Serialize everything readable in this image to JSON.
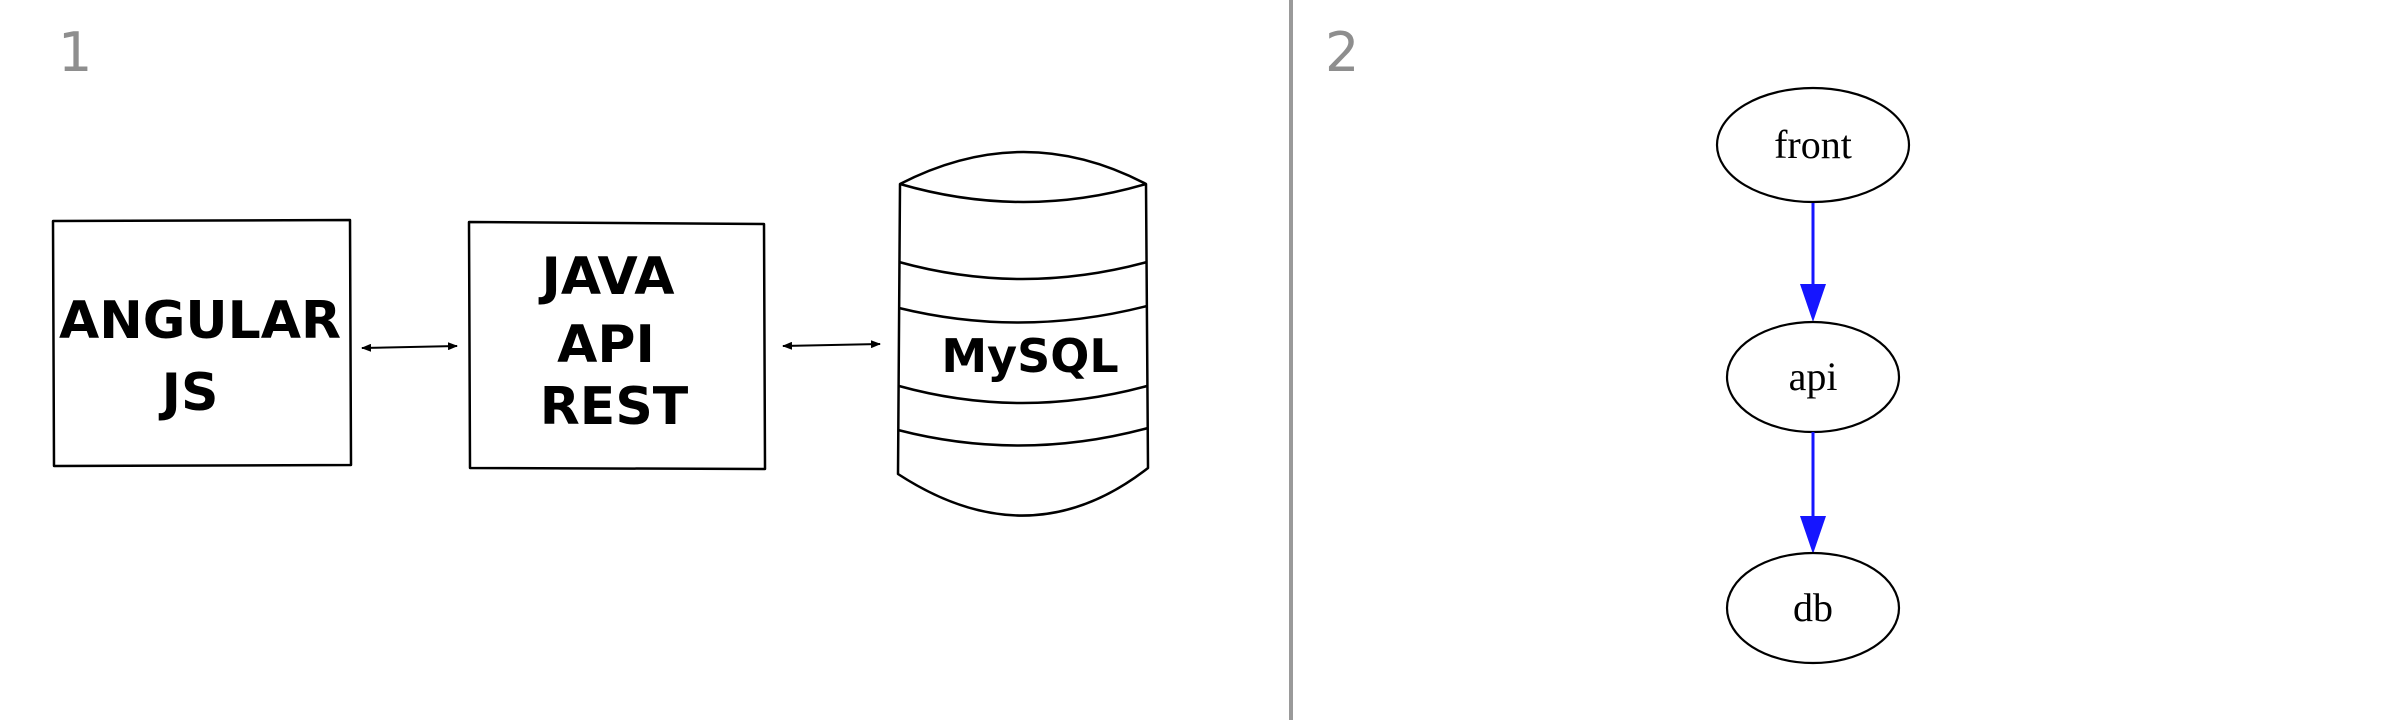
{
  "panels": [
    {
      "number": "1",
      "boxes": [
        {
          "id": "angular",
          "lines": [
            "ANGULAR",
            "JS"
          ]
        },
        {
          "id": "java",
          "lines": [
            "JAVA",
            "API",
            "REST"
          ]
        }
      ],
      "database": {
        "label": "MySQL"
      }
    },
    {
      "number": "2",
      "nodes": [
        {
          "id": "front",
          "label": "front"
        },
        {
          "id": "api",
          "label": "api"
        },
        {
          "id": "db",
          "label": "db"
        }
      ],
      "edges": [
        {
          "from": "front",
          "to": "api"
        },
        {
          "from": "api",
          "to": "db"
        }
      ],
      "edge_color": "#1515ff"
    }
  ]
}
